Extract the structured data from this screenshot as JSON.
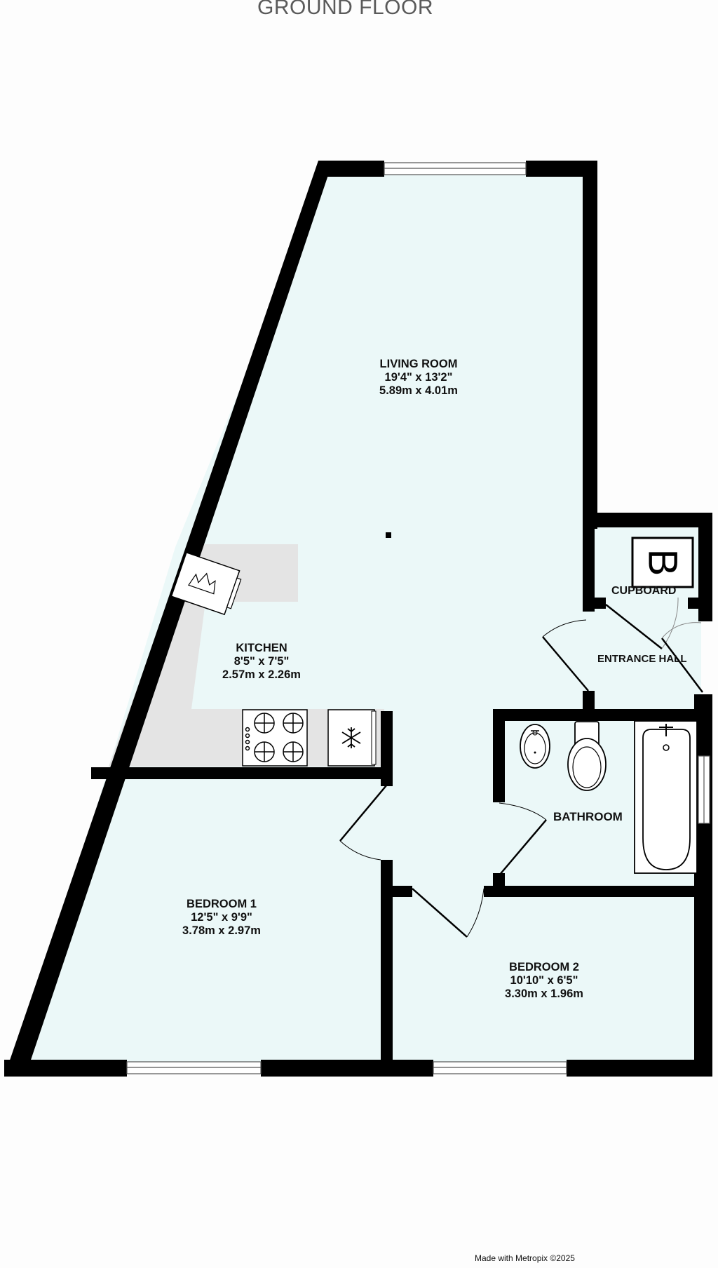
{
  "title": "GROUND FLOOR",
  "colors": {
    "floor": "#ebf8f8",
    "wall": "#000000",
    "kitchen_counter": "#e4e4e4"
  },
  "rooms": {
    "living_room": {
      "name": "LIVING ROOM",
      "imperial": "19'4\"  x 13'2\"",
      "metric": "5.89m  x 4.01m"
    },
    "kitchen": {
      "name": "KITCHEN",
      "imperial": "8'5\"  x 7'5\"",
      "metric": "2.57m  x 2.26m"
    },
    "bedroom_1": {
      "name": "BEDROOM 1",
      "imperial": "12'5\"  x 9'9\"",
      "metric": "3.78m  x 2.97m"
    },
    "bedroom_2": {
      "name": "BEDROOM 2",
      "imperial": "10'10\"  x 6'5\"",
      "metric": "3.30m  x 1.96m"
    },
    "cupboard": {
      "name": "CUPBOARD"
    },
    "entrance_hall": {
      "name": "ENTRANCE HALL"
    },
    "bathroom": {
      "name": "BATHROOM"
    }
  },
  "boiler_symbol": "B",
  "icons": [
    "sink-icon",
    "hob-icon",
    "fridge-freezer-icon",
    "bath-icon",
    "toilet-icon",
    "basin-icon",
    "boiler-icon"
  ],
  "credit": "Made with Metropix ©2025"
}
